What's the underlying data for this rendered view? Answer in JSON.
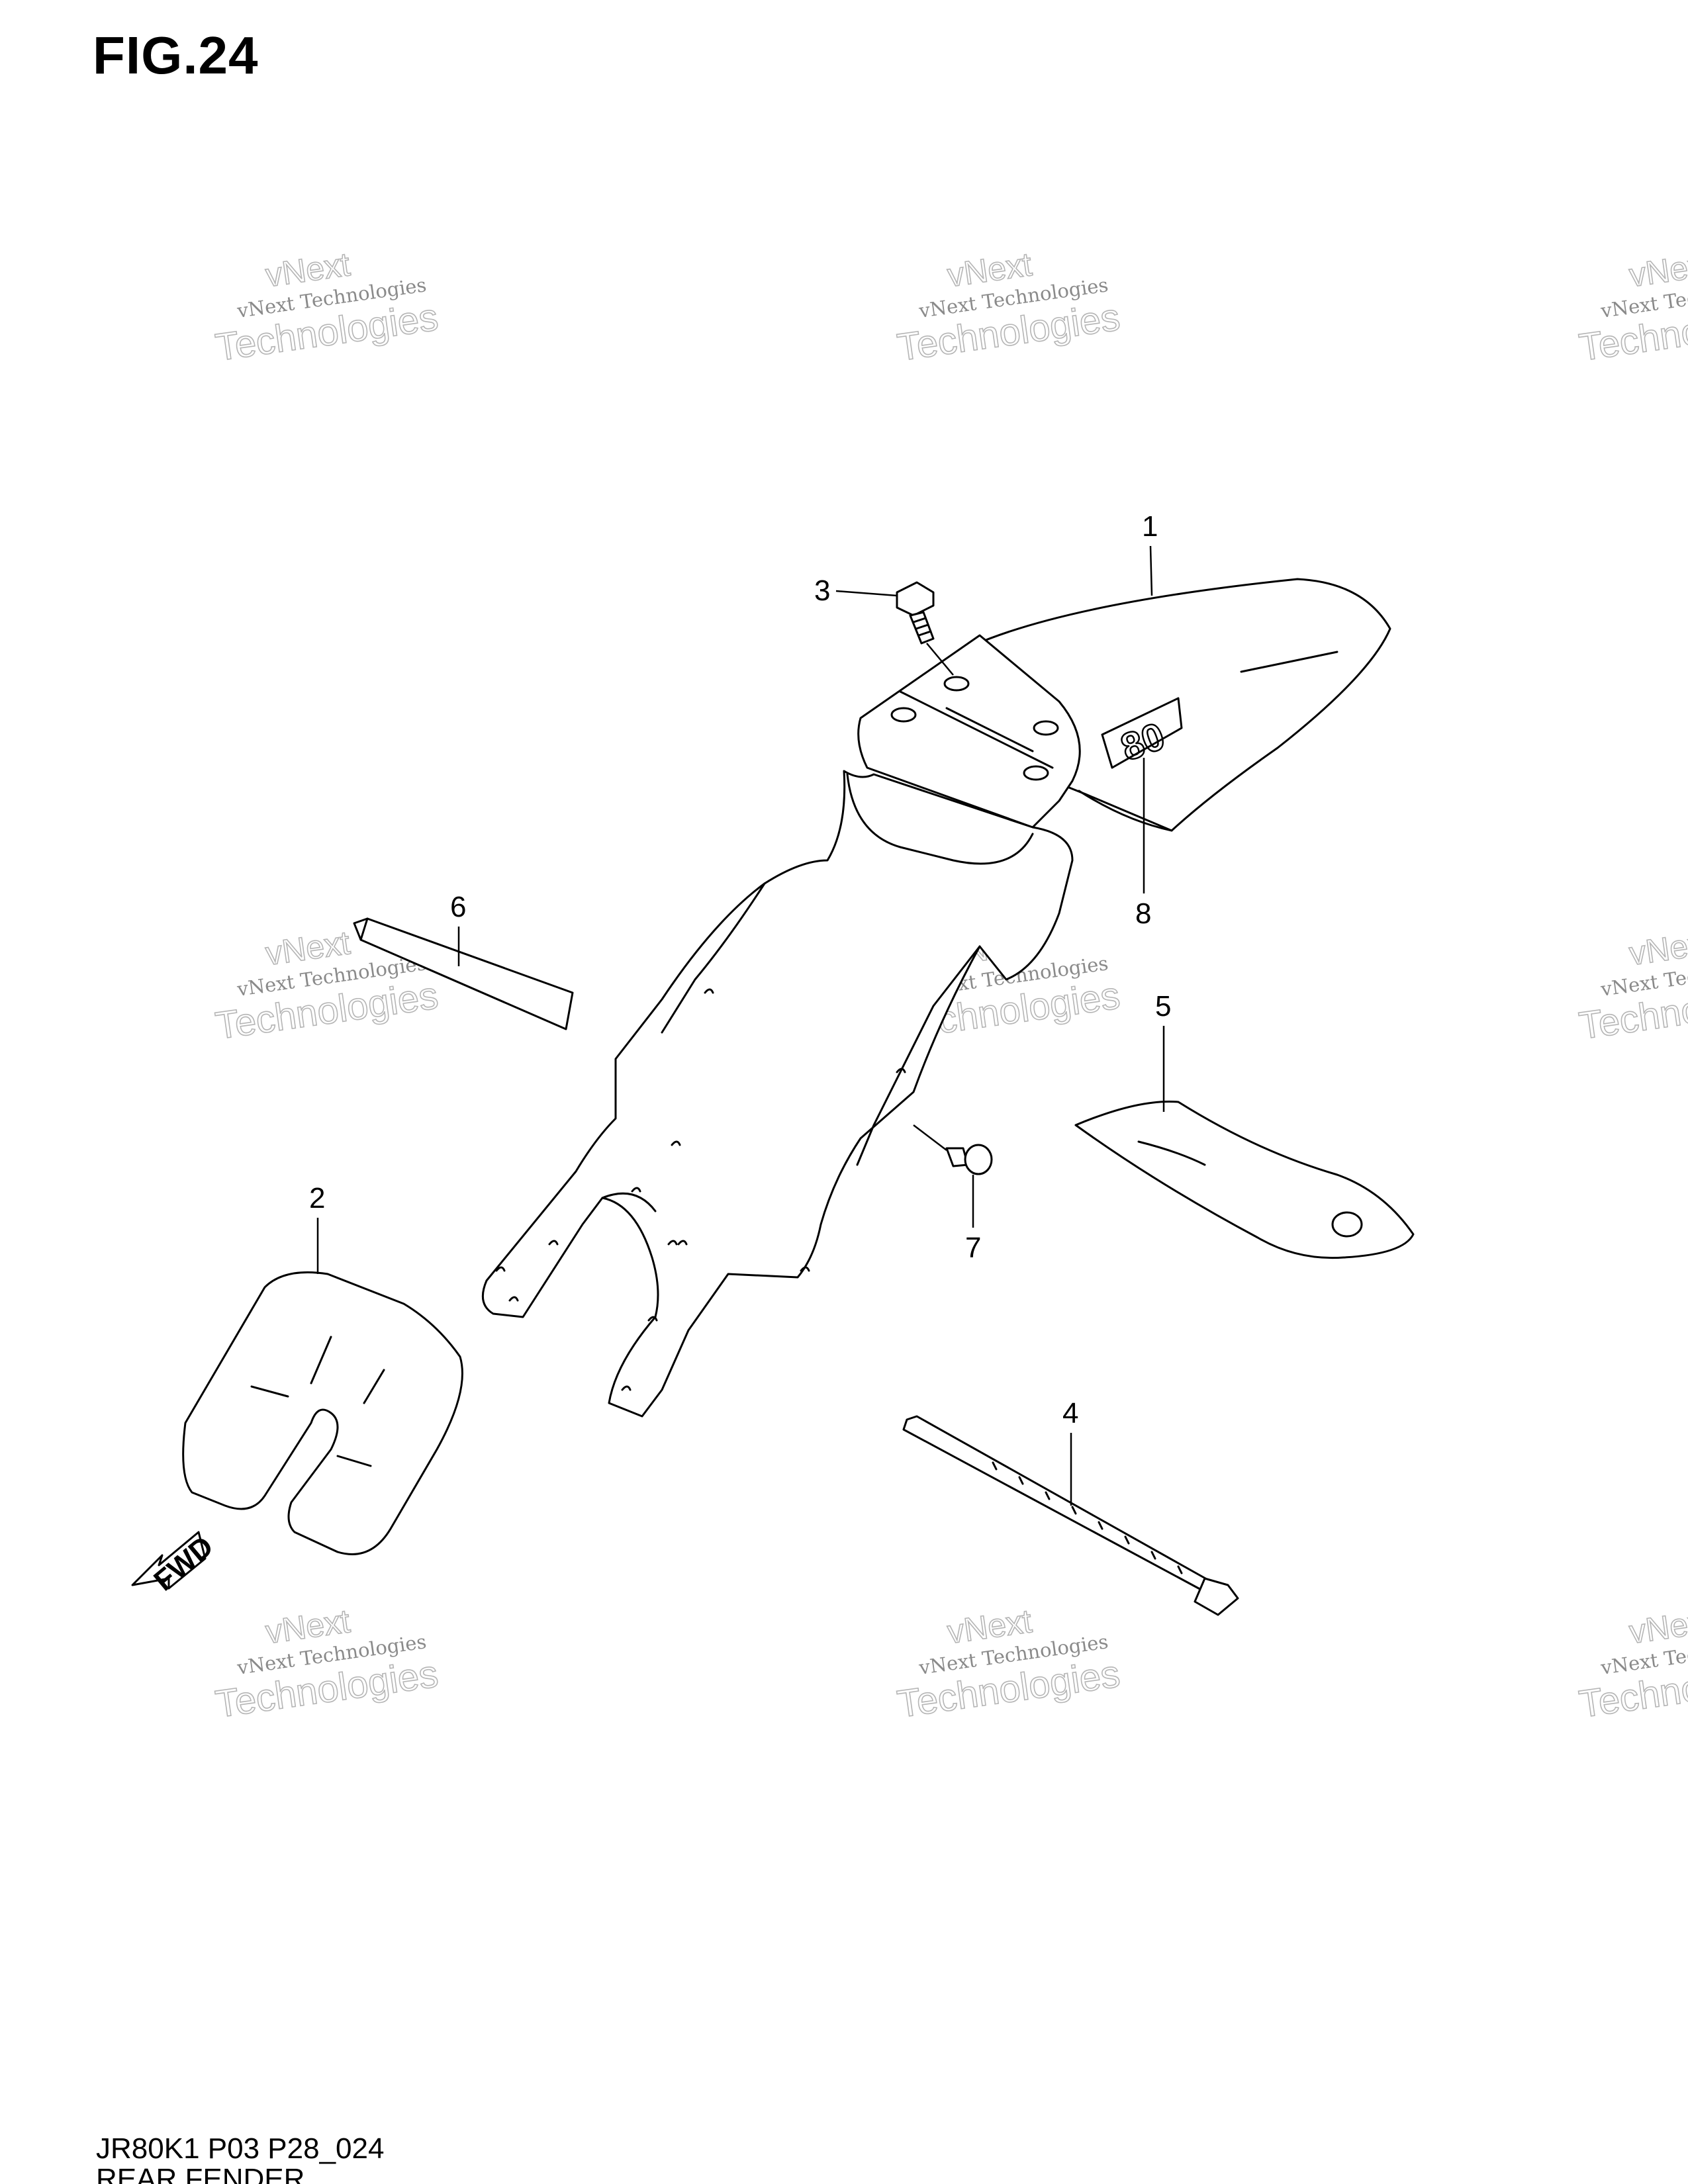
{
  "figure": {
    "title": "FIG.24"
  },
  "footer": {
    "model_code": "JR80K1 P03 P28_024",
    "section_name": "REAR FENDER"
  },
  "watermark": {
    "line0": "vNext",
    "line1": "vNext Technologies",
    "line2": "Technologies"
  },
  "parts": [
    {
      "number": "1",
      "name": "rear-fender"
    },
    {
      "number": "2",
      "name": "mud-flap"
    },
    {
      "number": "3",
      "name": "bolt"
    },
    {
      "number": "4",
      "name": "cable-tie"
    },
    {
      "number": "5",
      "name": "cushion"
    },
    {
      "number": "6",
      "name": "cushion-strip"
    },
    {
      "number": "7",
      "name": "screw"
    },
    {
      "number": "8",
      "name": "emblem-80"
    }
  ],
  "emblem_text": "80",
  "direction_label": "FWD"
}
